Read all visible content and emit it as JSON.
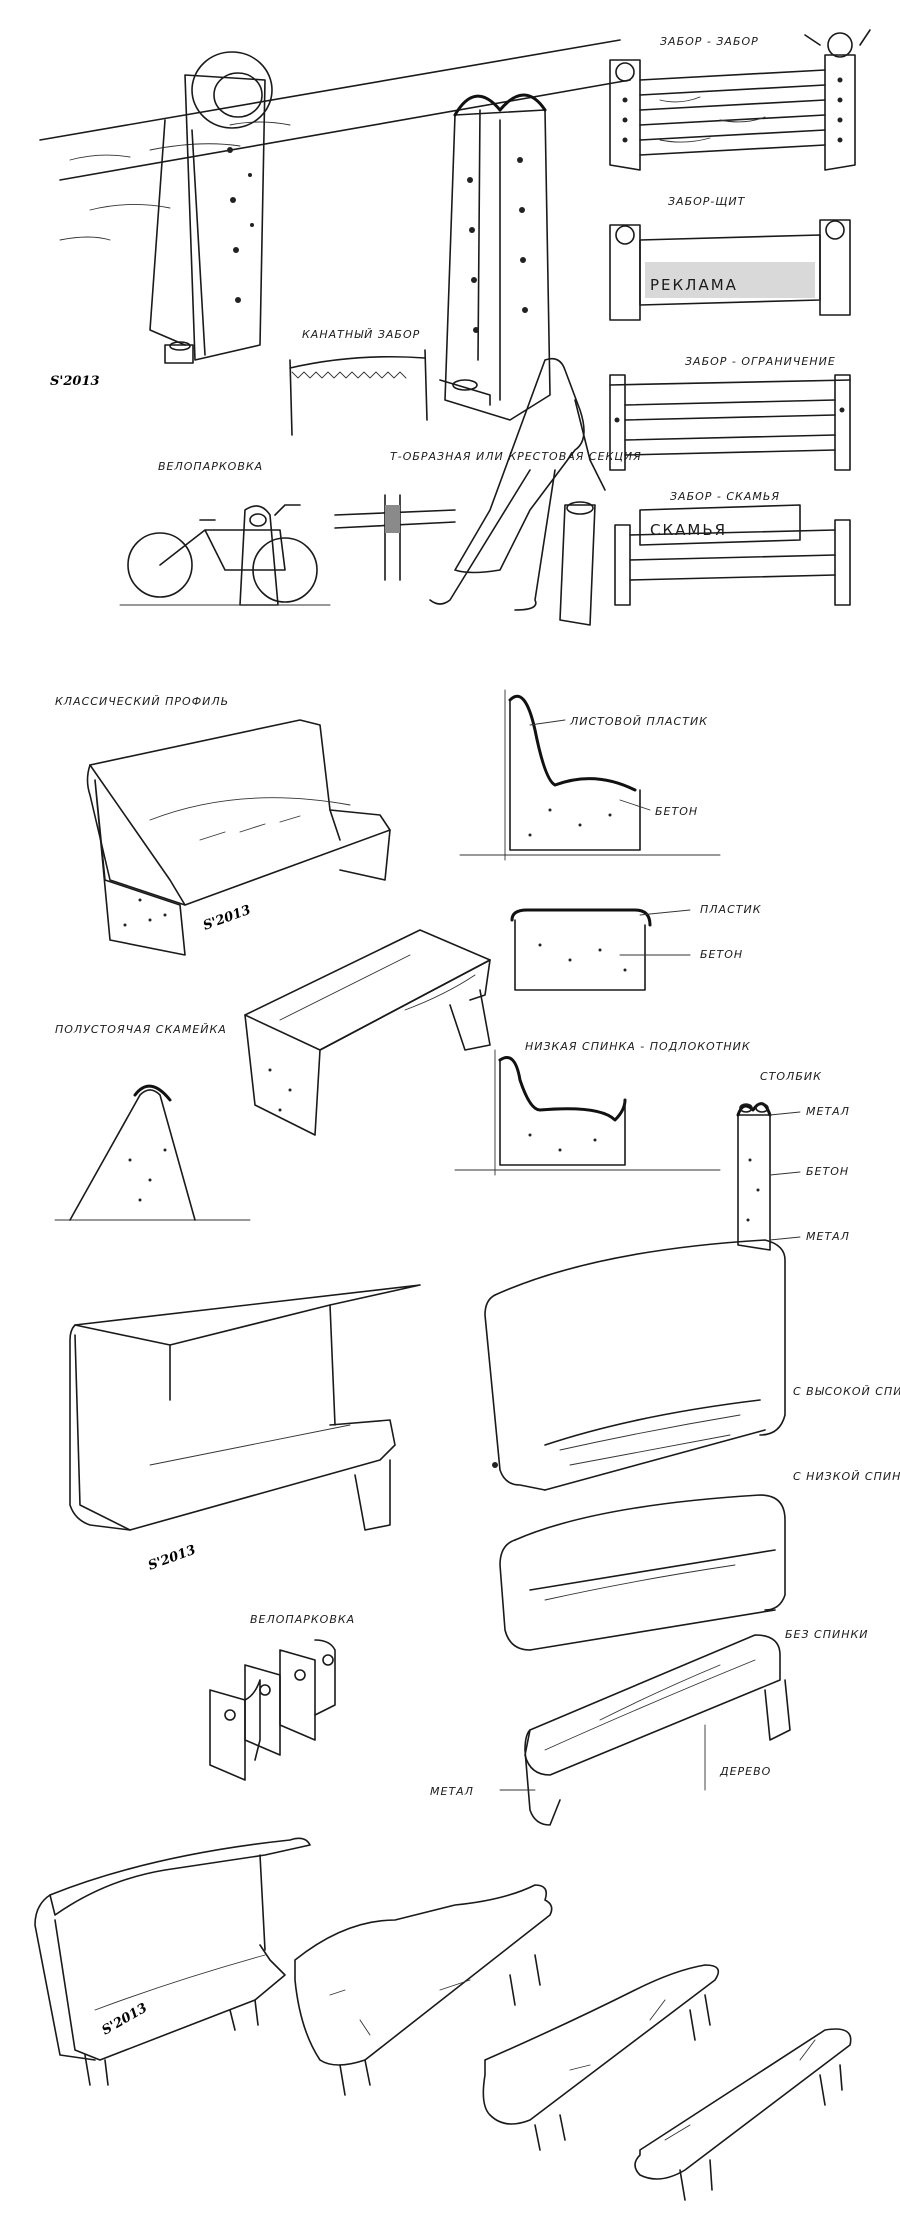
{
  "labels": {
    "rope_fence": "КАНАТНЫЙ ЗАБОР",
    "bike_parking_top": "ВЕЛОПАРКОВКА",
    "t_section": "Т-ОБРАЗНАЯ ИЛИ КРЕСТОВАЯ СЕКЦИЯ",
    "fence_fence": "ЗАБОР - ЗАБОР",
    "fence_shield": "ЗАБОР-ЩИТ",
    "advert_word": "РЕКЛАМА",
    "fence_barrier": "ЗАБОР - ОГРАНИЧЕНИЕ",
    "fence_bench": "ЗАБОР - СКАМЬЯ",
    "bench_word": "СКАМЬЯ",
    "classic_profile": "КЛАССИЧЕСКИЙ ПРОФИЛЬ",
    "sheet_plastic": "ЛИСТОВОЙ ПЛАСТИК",
    "concrete_1": "БЕТОН",
    "plastic": "ПЛАСТИК",
    "concrete_2": "БЕТОН",
    "half_standing": "ПОЛУСТОЯЧАЯ СКАМЕЙКА",
    "low_back": "НИЗКАЯ СПИНКА - ПОДЛОКОТНИК",
    "post": "СТОЛБИК",
    "metal_1": "МЕТАЛ",
    "concrete_3": "БЕТОН",
    "metal_2": "МЕТАЛ",
    "high_back": "С ВЫСОКОЙ СПИНКОЙ",
    "low_back_2": "С НИЗКОЙ СПИНКОЙ",
    "no_back": "БЕЗ СПИНКИ",
    "bike_parking_2": "ВЕЛОПАРКОВКА",
    "wood": "ДЕРЕВО",
    "metal_3": "МЕТАЛ"
  },
  "signatures": [
    "S'2013",
    "S'2013",
    "S'2013",
    "S'2013"
  ]
}
